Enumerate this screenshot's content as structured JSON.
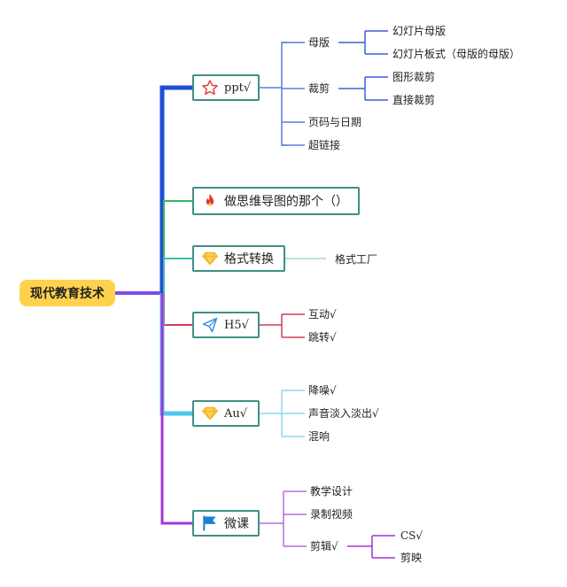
{
  "root": {
    "label": "现代教育技术"
  },
  "branches": {
    "ppt": {
      "label": "ppt√",
      "children": {
        "mother": {
          "label": "母版",
          "children": [
            "幻灯片母版",
            "幻灯片板式（母版的母版）"
          ]
        },
        "crop": {
          "label": "裁剪",
          "children": [
            "图形裁剪",
            "直接裁剪"
          ]
        },
        "page": {
          "label": "页码与日期"
        },
        "link": {
          "label": "超链接"
        }
      }
    },
    "mindmap": {
      "label": "做思维导图的那个（）"
    },
    "format": {
      "label": "格式转换",
      "children": [
        "格式工厂"
      ]
    },
    "h5": {
      "label": "H5√",
      "children": [
        "互动√",
        "跳转√"
      ]
    },
    "au": {
      "label": "Au√",
      "children": [
        "降噪√",
        "声音淡入淡出√",
        "混响"
      ]
    },
    "micro": {
      "label": "微课",
      "children": {
        "design": {
          "label": "教学设计"
        },
        "record": {
          "label": "录制视频"
        },
        "edit": {
          "label": "剪辑√",
          "children": [
            "CS√",
            "剪映"
          ]
        }
      }
    }
  },
  "colors": {
    "ppt": "#1f4fd6",
    "mindmap": "#3cb85a",
    "format": "#3fbfa6",
    "h5": "#d43d55",
    "au": "#4fc6e8",
    "micro": "#a237d6",
    "node_border": "#3f8f86",
    "root_fill": "#ffd24d"
  },
  "icons": {
    "ppt": "star-icon",
    "mindmap": "fire-icon",
    "format": "diamond-icon",
    "h5": "paper-plane-icon",
    "au": "diamond-icon",
    "micro": "flag-icon"
  }
}
